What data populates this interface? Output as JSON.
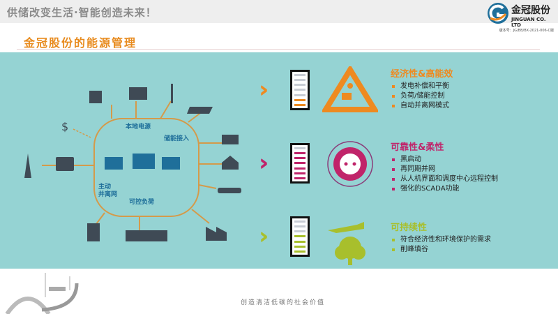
{
  "header": {
    "slogan": "供储改变生活·智能创造未来！",
    "logo_name": "金冠股份",
    "logo_en": "JINGUAN CO. LTD",
    "version": "版本号：JG/BB/BX-2021-006-C版"
  },
  "page_title": "金冠股份的能源管理",
  "diagram": {
    "hub_labels": {
      "local_power": "本地电源",
      "storage_access": "储能接入",
      "controllable_load": "可控负荷",
      "active_grid": "主动\n并离网"
    },
    "dollar": "$"
  },
  "groups": [
    {
      "title": "经济性&高能效",
      "color": "#ee8a20",
      "battery_level": 0.29,
      "icon": "recycle-energy-icon",
      "items": [
        "发电补偿和平衡",
        "负荷/储能控制",
        "自动并离网模式"
      ]
    },
    {
      "title": "可靠性&柔性",
      "color": "#c0246a",
      "battery_level": 0.86,
      "icon": "socket-cycle-icon",
      "items": [
        "黑启动",
        "再同期并网",
        "从人机界面和调度中心远程控制",
        "强化的SCADA功能"
      ]
    },
    {
      "title": "可持续性",
      "color": "#a8bf2c",
      "battery_level": 0.57,
      "icon": "hand-tree-icon",
      "items": [
        "符合经济性和环境保护的需求",
        "削峰填谷"
      ]
    }
  ],
  "footer": {
    "tagline": "创造清洁低碳的社会价值"
  },
  "colors": {
    "panel": "#95d3d3",
    "title": "#e88b1e",
    "hub": "#d49a4a"
  }
}
